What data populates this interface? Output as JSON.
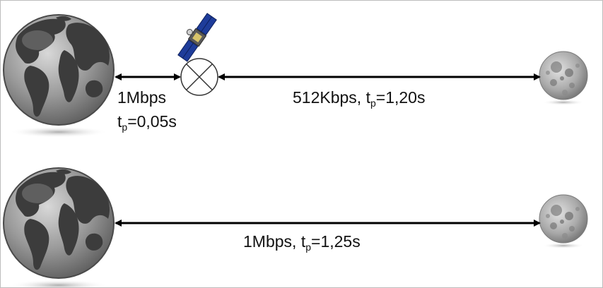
{
  "diagram": {
    "top_link": {
      "earth_satellite": {
        "rate": "1Mbps",
        "tp_prefix": "t",
        "tp_sub": "p",
        "tp_value": "=0,05s"
      },
      "satellite_moon": {
        "rate": "512Kbps, ",
        "tp_prefix": "t",
        "tp_sub": "p",
        "tp_value": "=1,20s"
      }
    },
    "bottom_link": {
      "earth_moon": {
        "rate": "1Mbps, ",
        "tp_prefix": "t",
        "tp_sub": "p",
        "tp_value": "=1,25s"
      }
    },
    "icons": [
      "earth-globe-icon",
      "satellite-icon",
      "relay-node-icon",
      "moon-icon"
    ],
    "colors": {
      "globe_land": "#3c3c3c",
      "globe_ocean": "#9a9a9a",
      "moon": "#a8a8a8",
      "satellite_panel": "#1e3c9a",
      "arrow": "#000000"
    }
  }
}
